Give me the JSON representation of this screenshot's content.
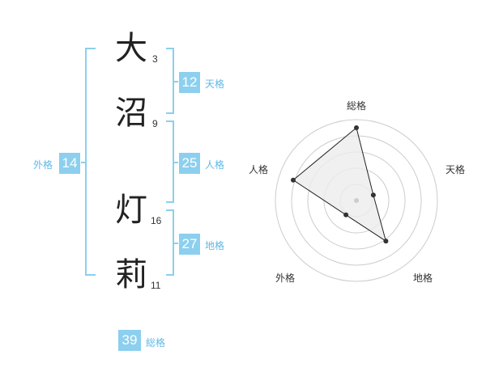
{
  "name": {
    "chars": [
      {
        "kanji": "大",
        "strokes": "3"
      },
      {
        "kanji": "沼",
        "strokes": "9"
      },
      {
        "kanji": "灯",
        "strokes": "16"
      },
      {
        "kanji": "莉",
        "strokes": "11"
      }
    ]
  },
  "fortunes": {
    "tenkaku": {
      "value": "12",
      "label": "天格"
    },
    "jinkaku": {
      "value": "25",
      "label": "人格"
    },
    "chikaku": {
      "value": "27",
      "label": "地格"
    },
    "gaikaku": {
      "value": "14",
      "label": "外格"
    },
    "soukaku": {
      "value": "39",
      "label": "総格"
    }
  },
  "radar": {
    "labels": {
      "top": "総格",
      "right": "天格",
      "bottom_right": "地格",
      "bottom_left": "外格",
      "left": "人格"
    },
    "levels": {
      "soukaku": 0.9,
      "tenkaku": 0.22,
      "chikaku": 0.62,
      "gaikaku": 0.22,
      "jinkaku": 0.82
    },
    "colors": {
      "grid": "#cccccc",
      "polygon_fill": "#ececec",
      "polygon_stroke": "#222222",
      "point": "#333333",
      "center": "#cccccc"
    }
  },
  "colors": {
    "bracket": "#8ccfee",
    "badge_bg": "#8ccfee",
    "badge_text": "#ffffff",
    "label": "#5fb8e6"
  }
}
